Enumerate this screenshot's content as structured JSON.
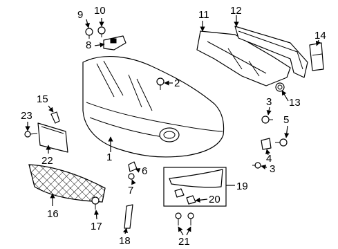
{
  "callouts": {
    "c1": "1",
    "c2": "2",
    "c3a": "3",
    "c3b": "3",
    "c4": "4",
    "c5": "5",
    "c6": "6",
    "c7": "7",
    "c8": "8",
    "c9": "9",
    "c10": "10",
    "c11": "11",
    "c12": "12",
    "c13": "13",
    "c14": "14",
    "c15": "15",
    "c16": "16",
    "c17": "17",
    "c18": "18",
    "c19": "19",
    "c20": "20",
    "c21": "21",
    "c22": "22",
    "c23": "23"
  }
}
